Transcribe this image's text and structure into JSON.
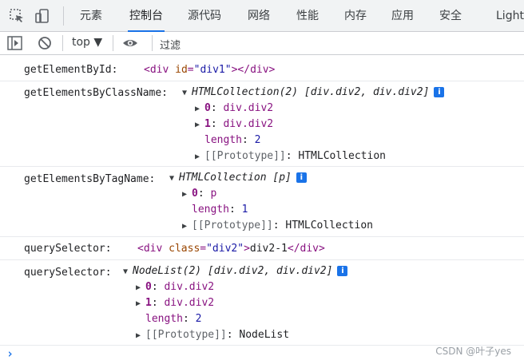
{
  "devtools": {
    "tabs": [
      "元素",
      "控制台",
      "源代码",
      "网络",
      "性能",
      "内存",
      "应用",
      "安全",
      "Light"
    ],
    "active_tab": "控制台",
    "context": "top ▼",
    "filter_label": "过滤"
  },
  "console": {
    "e1": {
      "label": "getElementById:",
      "open": "<div ",
      "attr": "id",
      "eq": "=",
      "value": "\"div1\"",
      "close": "></div>"
    },
    "e2": {
      "label": "getElementsByClassName:",
      "summary": "HTMLCollection(2) [div.div2, div.div2]",
      "i0_key": "0",
      "i0_val": "div.div2",
      "i1_key": "1",
      "i1_val": "div.div2",
      "len_key": "length",
      "len_val": "2",
      "proto_key": "[[Prototype]]",
      "proto_val": "HTMLCollection"
    },
    "e3": {
      "label": "getElementsByTagName:",
      "summary": "HTMLCollection [p]",
      "i0_key": "0",
      "i0_val": "p",
      "len_key": "length",
      "len_val": "1",
      "proto_key": "[[Prototype]]",
      "proto_val": "HTMLCollection"
    },
    "e4": {
      "label": "querySelector:",
      "open": "<div ",
      "attr": "class",
      "eq": "=",
      "value": "\"div2\"",
      "gt": ">",
      "text": "div2-1",
      "close": "</div>"
    },
    "e5": {
      "label": "querySelector:",
      "summary": "NodeList(2) [div.div2, div.div2]",
      "i0_key": "0",
      "i0_val": "div.div2",
      "i1_key": "1",
      "i1_val": "div.div2",
      "len_key": "length",
      "len_val": "2",
      "proto_key": "[[Prototype]]",
      "proto_val": "NodeList"
    },
    "prompt": "›",
    "info_glyph": "i"
  },
  "watermark": "CSDN @叶子yes",
  "colors": {
    "accent": "#1a73e8",
    "key": "#881280",
    "number": "#1a1aa6",
    "attr_name": "#994500"
  }
}
